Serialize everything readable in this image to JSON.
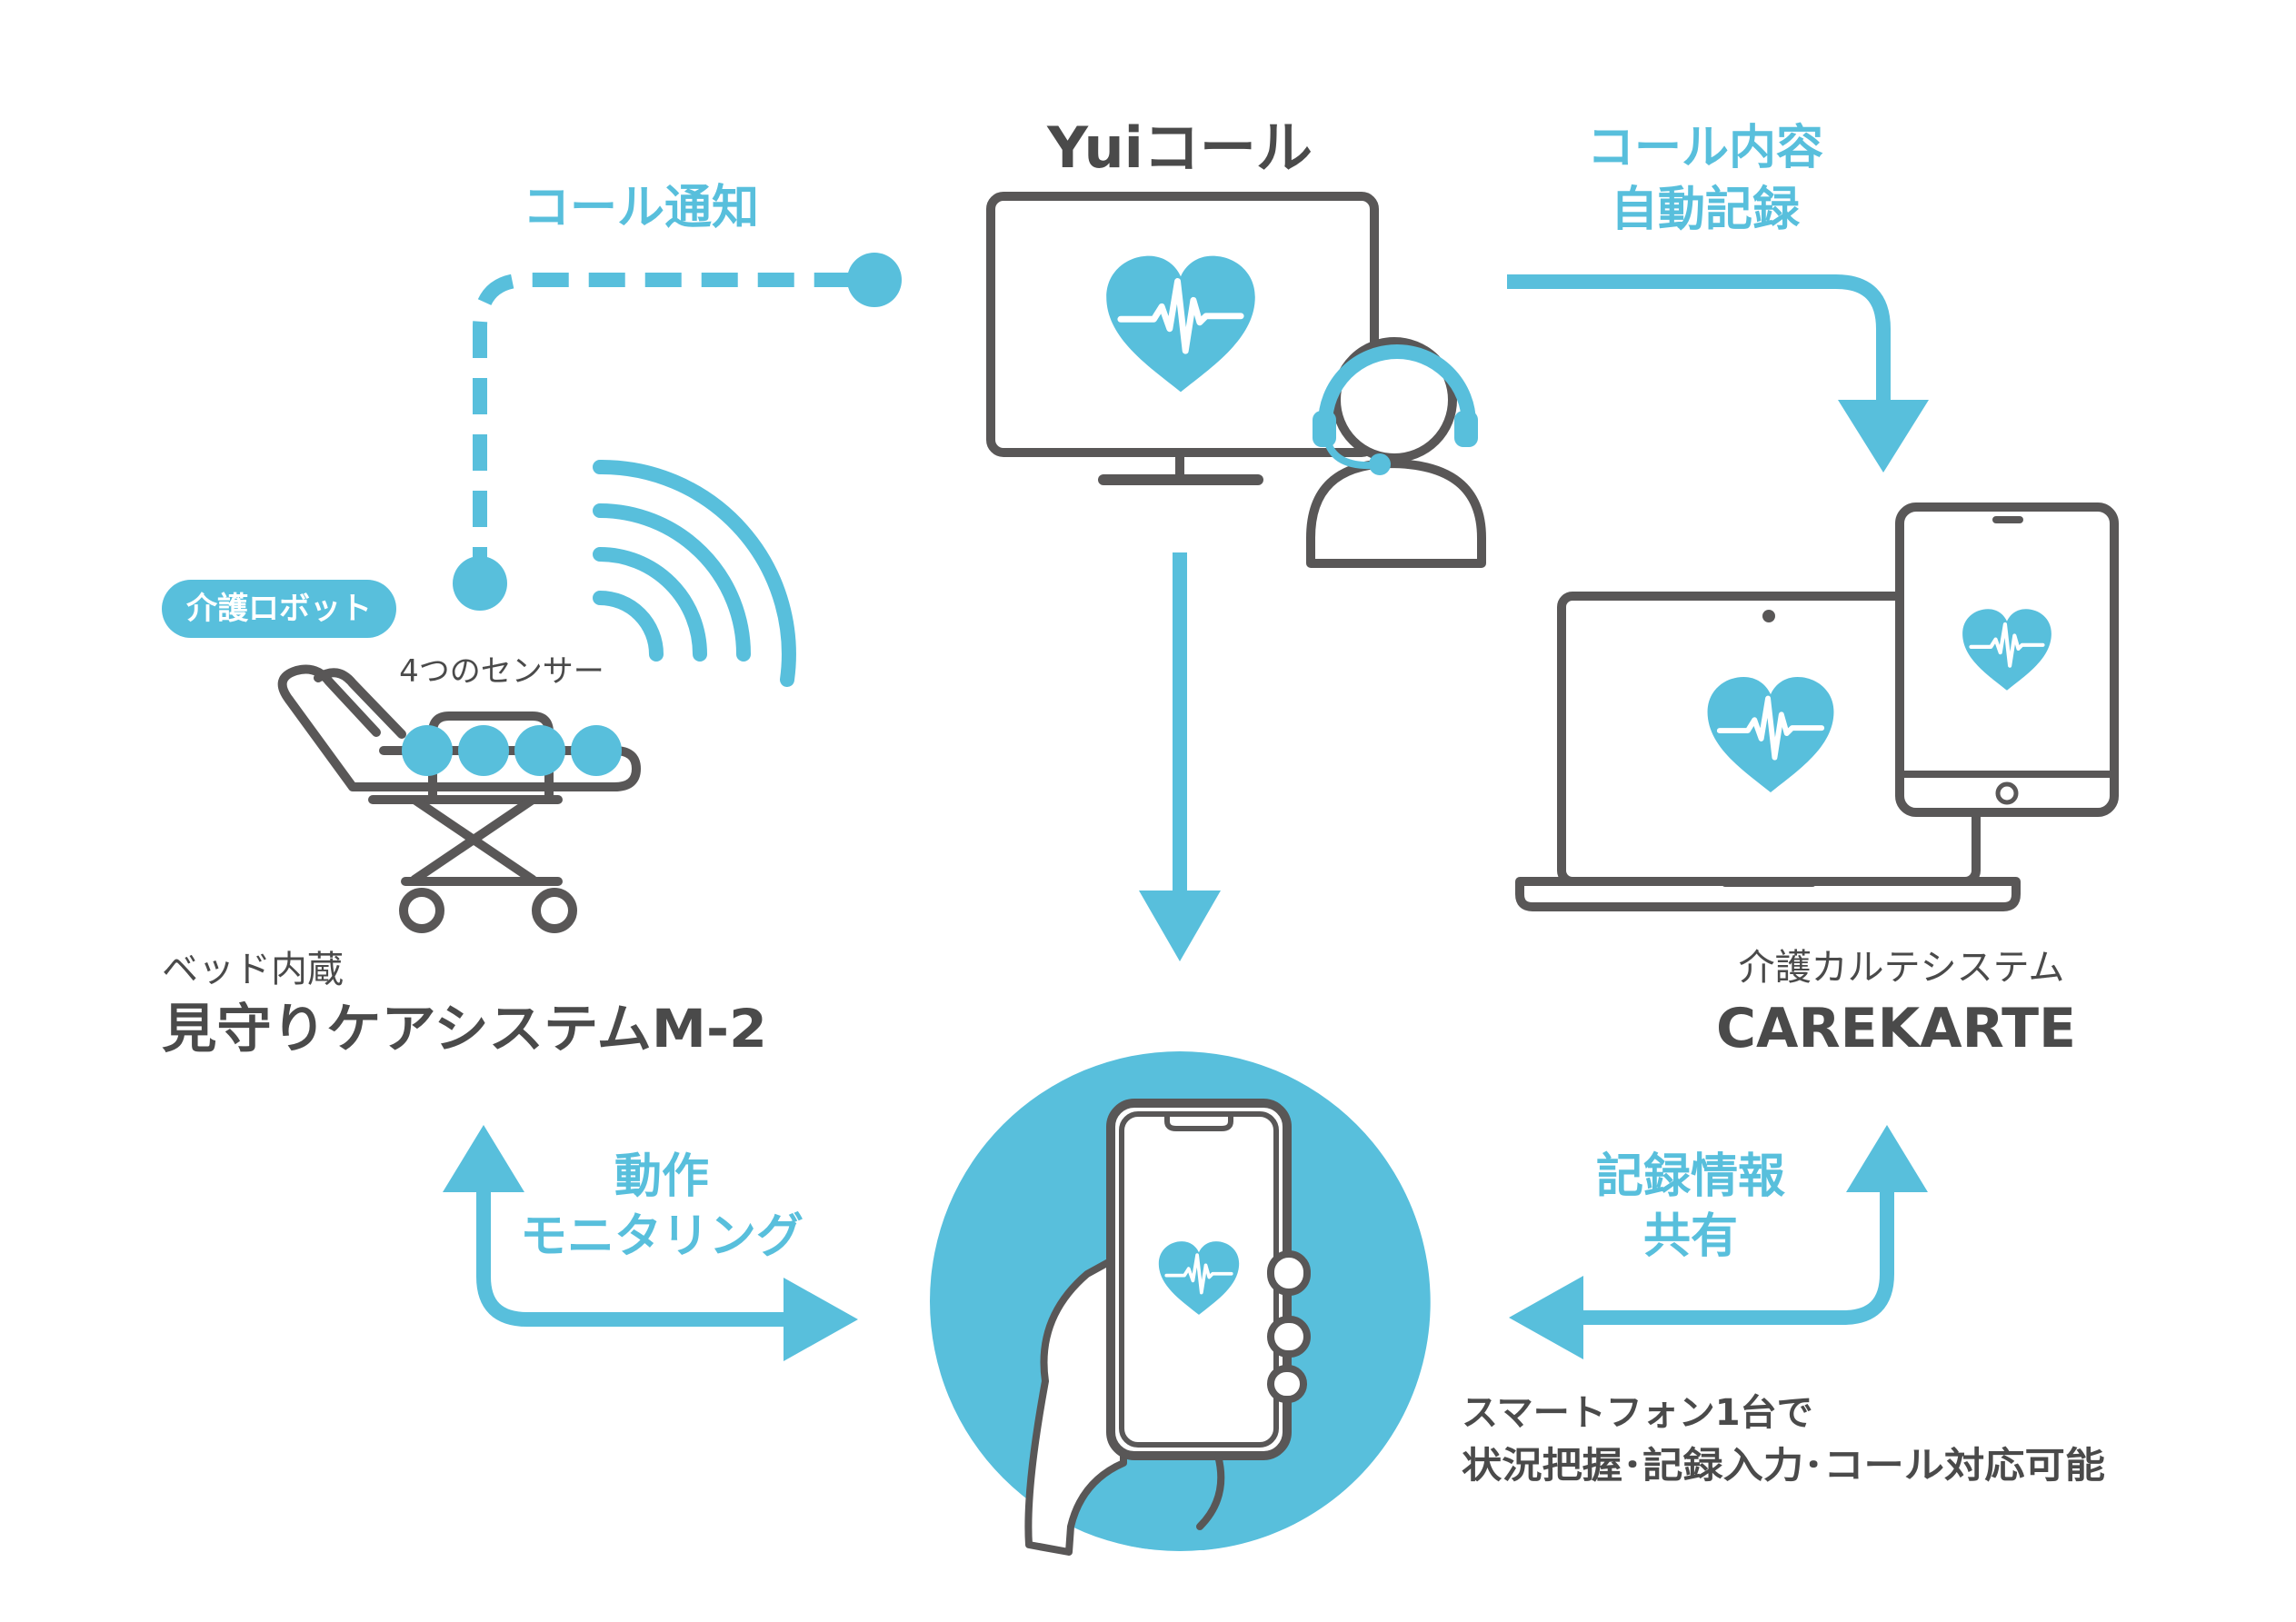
{
  "colors": {
    "accent": "#58bfdc",
    "device_stroke": "#595757",
    "text_dark": "#4a4a4a",
    "background": "#ffffff"
  },
  "yui_call": {
    "title": "Yuiコール"
  },
  "edges": {
    "call_notify": "コール通知",
    "auto_record_line1": "コール内容",
    "auto_record_line2": "自動記録",
    "motion_line1": "動作",
    "motion_line2": "モニタリング",
    "share_line1": "記録情報",
    "share_line2": "共有"
  },
  "bed_system": {
    "badge": "介護ロボット",
    "sensor_label": "4つのセンサー",
    "subtitle": "ベッド内蔵",
    "title": "見守りケアシステムM-2"
  },
  "carekarte": {
    "subtitle": "介護カルテシステム",
    "title": "CAREKARTE"
  },
  "smartphone": {
    "caption_line1": "スマートフォン1台で",
    "caption_line2": "状況把握･記録入力･コール対応可能"
  },
  "icons": {
    "monitor": "monitor-icon",
    "operator": "headset-operator-icon",
    "bed": "care-bed-icon",
    "laptop": "laptop-icon",
    "tablet": "tablet-icon",
    "phone": "smartphone-in-hand-icon",
    "heart": "heartbeat-icon",
    "wifi": "wireless-signal-icon"
  }
}
